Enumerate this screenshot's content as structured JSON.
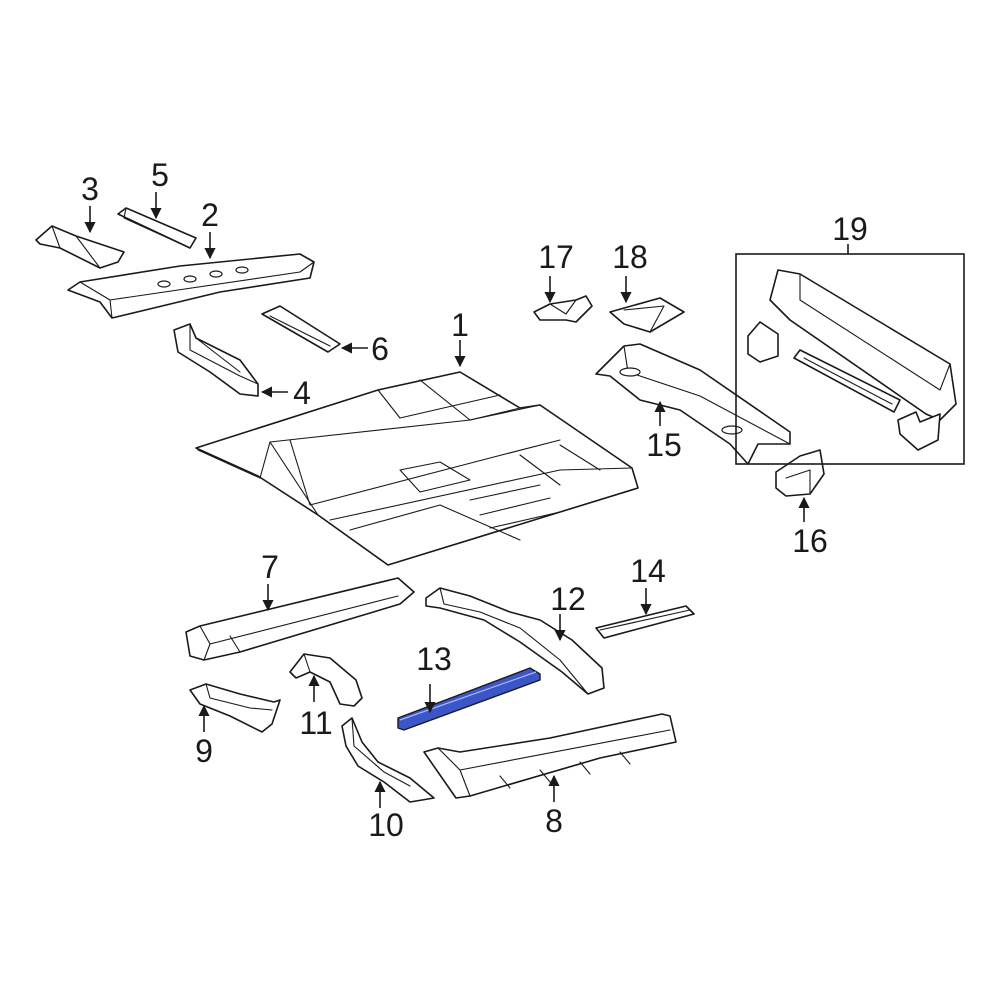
{
  "diagram": {
    "callouts": [
      {
        "number": "1"
      },
      {
        "number": "2"
      },
      {
        "number": "3"
      },
      {
        "number": "4"
      },
      {
        "number": "5"
      },
      {
        "number": "6"
      },
      {
        "number": "7"
      },
      {
        "number": "8"
      },
      {
        "number": "9"
      },
      {
        "number": "10"
      },
      {
        "number": "11"
      },
      {
        "number": "12"
      },
      {
        "number": "13"
      },
      {
        "number": "14"
      },
      {
        "number": "15"
      },
      {
        "number": "16"
      },
      {
        "number": "17"
      },
      {
        "number": "18"
      },
      {
        "number": "19"
      }
    ],
    "highlighted_part": "13",
    "highlight_color": "#3a56c8",
    "line_color": "#1a1a1a"
  }
}
